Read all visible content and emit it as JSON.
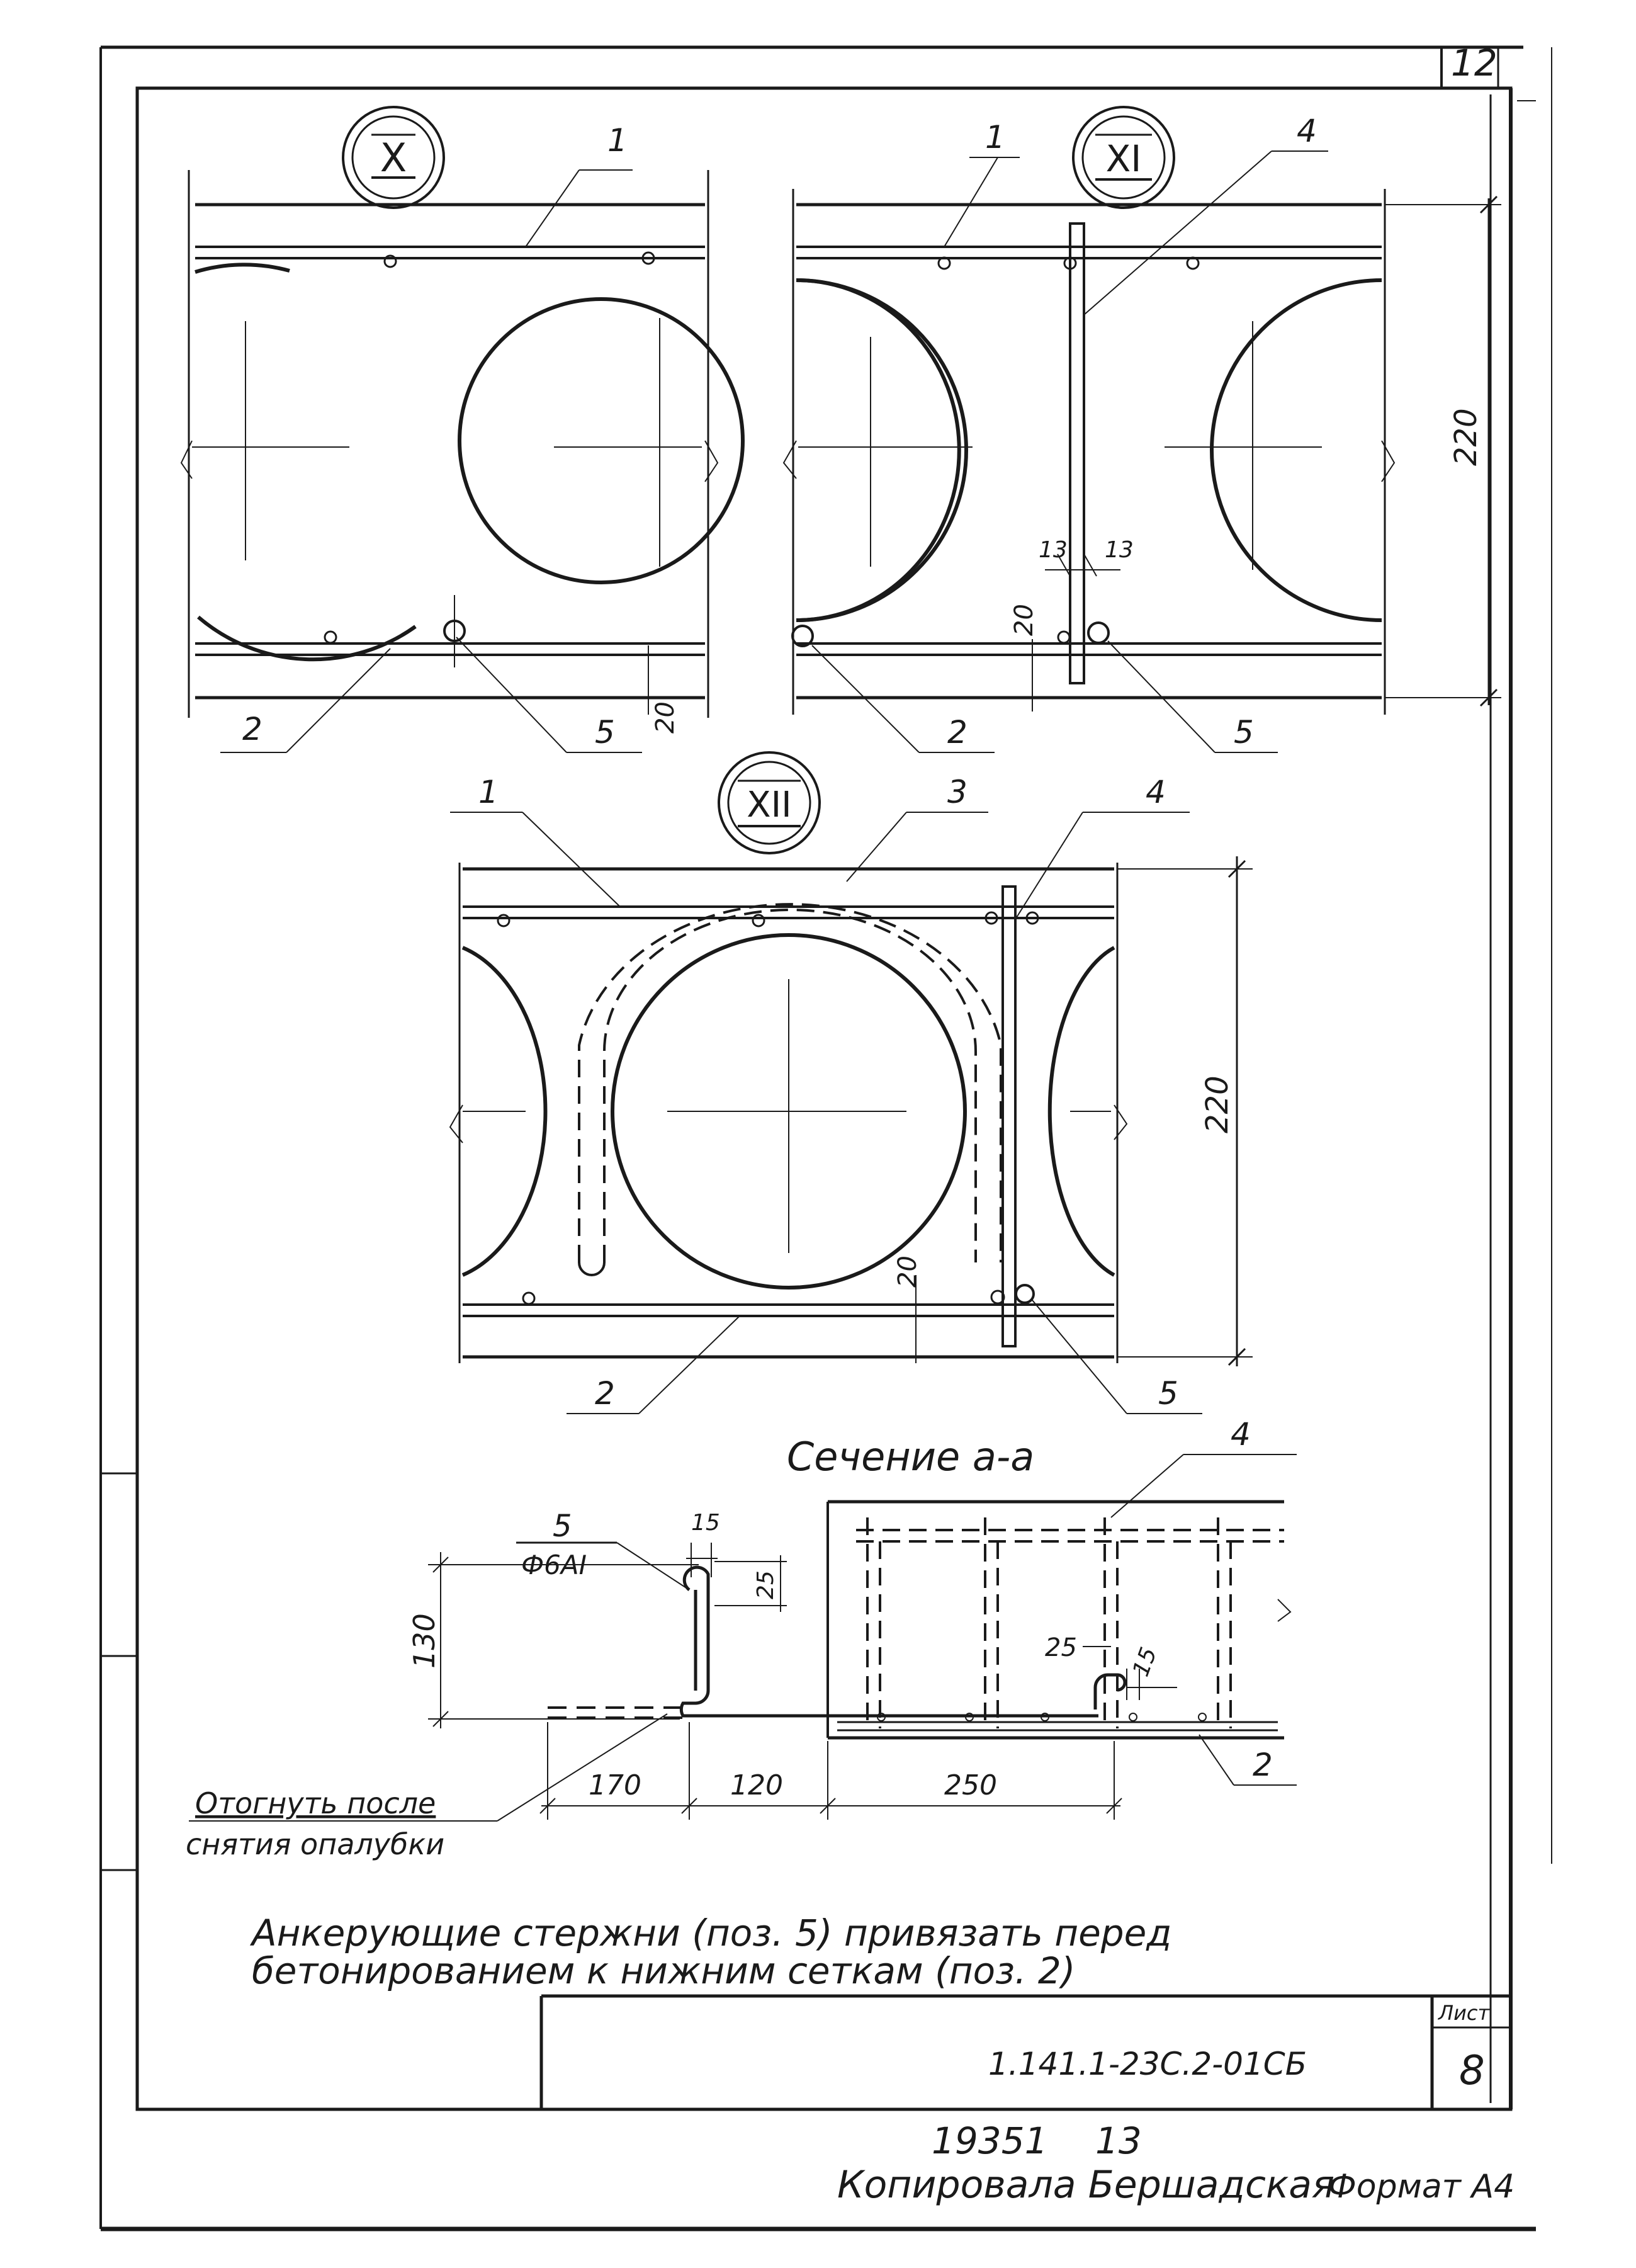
{
  "sheet": {
    "corner_number": "12",
    "sheet_label": "Лист",
    "sheet_number": "8",
    "doc_code": "1.141.1-23С.2-01СБ",
    "inventory_number": "19351",
    "inventory_sub": "13",
    "copied_by": "Копировала Бершадская",
    "format": "Формат А4"
  },
  "views": {
    "x": {
      "mark": "X",
      "labels": {
        "p1": "1",
        "p2": "2",
        "p5": "5"
      },
      "dim_cover": "20"
    },
    "xi": {
      "mark": "XI",
      "labels": {
        "p1": "1",
        "p2": "2",
        "p4": "4",
        "p5": "5"
      },
      "dim_height": "220",
      "dim_gap_left": "13",
      "dim_gap_right": "13",
      "dim_cover": "20"
    },
    "xii": {
      "mark": "XII",
      "labels": {
        "p1": "1",
        "p2": "2",
        "p3": "3",
        "p4": "4",
        "p5": "5"
      },
      "dim_height": "220",
      "dim_cover": "20"
    }
  },
  "section": {
    "title": "Сечение а-а",
    "label_4": "4",
    "label_2": "2",
    "label_5": "5",
    "bar_spec": "Ф6АI",
    "dim_130": "130",
    "dim_15a": "15",
    "dim_25a": "25",
    "dim_25b": "25",
    "dim_15b": "15",
    "dim_170": "170",
    "dim_120": "120",
    "dim_250": "250",
    "bend_note_1": "Отогнуть после",
    "bend_note_2": "снятия опалубки"
  },
  "notes": {
    "line1": "Анкерующие стержни (поз. 5) привязать перед",
    "line2": "бетонированием к нижним сеткам (поз. 2)"
  }
}
